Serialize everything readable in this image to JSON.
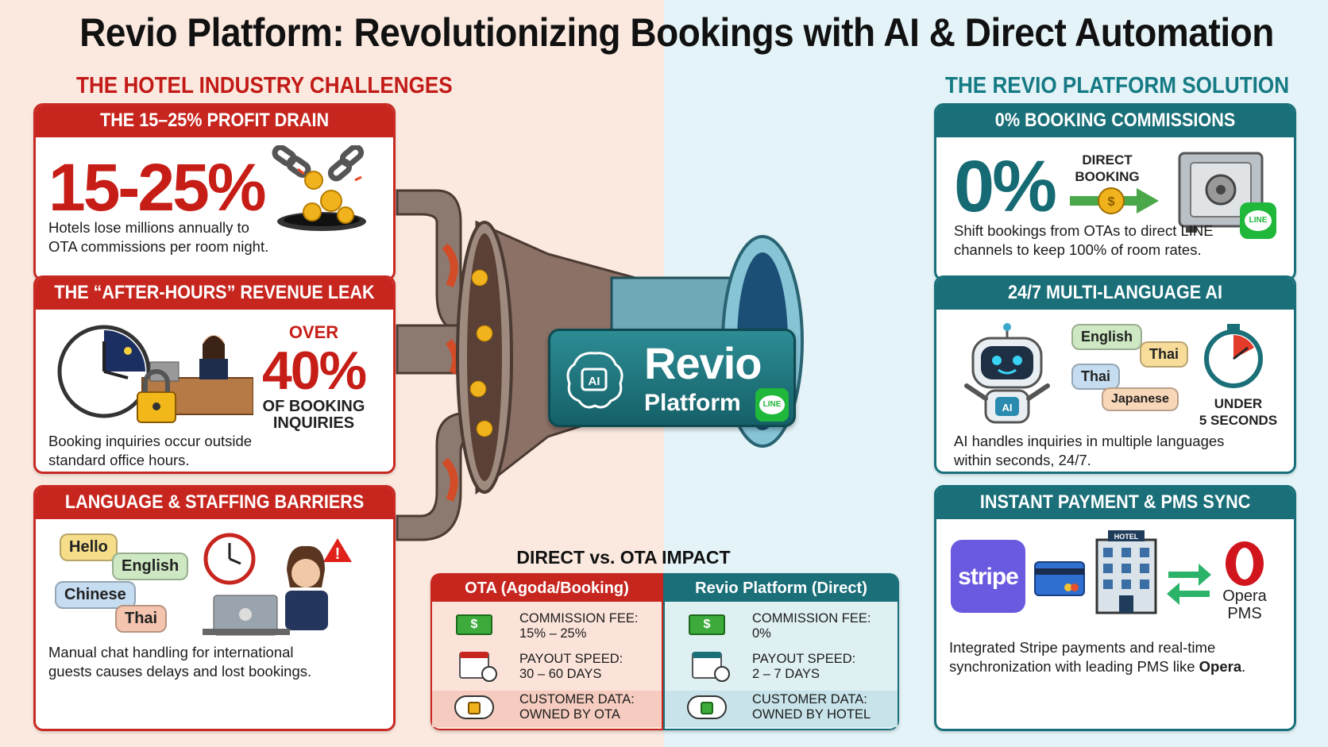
{
  "title": "Revio Platform: Revolutionizing Bookings with AI & Direct Automation",
  "challenges": {
    "heading": "THE HOTEL INDUSTRY CHALLENGES",
    "cards": [
      {
        "title": "THE 15–25% PROFIT DRAIN",
        "stat": "15-25%",
        "text1": "Hotels lose millions annually to",
        "text2": "OTA commissions per room night."
      },
      {
        "title": "THE “AFTER-HOURS” REVENUE LEAK",
        "stat_top": "OVER",
        "stat": "40%",
        "stat_bottom1": "OF BOOKING",
        "stat_bottom2": "INQUIRIES",
        "text1": "Booking inquiries occur outside",
        "text2": "standard office hours."
      },
      {
        "title": "LANGUAGE & STAFFING BARRIERS",
        "bubbles": [
          "Hello",
          "English",
          "Chinese",
          "Thai"
        ],
        "text1": "Manual chat handling for international",
        "text2": "guests causes delays and lost bookings."
      }
    ]
  },
  "solution": {
    "heading": "THE REVIO PLATFORM SOLUTION",
    "cards": [
      {
        "title": "0% BOOKING COMMISSIONS",
        "stat": "0%",
        "arrow_label1": "DIRECT",
        "arrow_label2": "BOOKING",
        "badge": "LINE",
        "text1": "Shift bookings from OTAs to direct LINE",
        "text2": "channels to keep 100% of room rates."
      },
      {
        "title": "24/7 MULTI-LANGUAGE AI",
        "robot_badge": "AI",
        "bubbles": [
          "English",
          "Thai",
          "Thai",
          "Japanese"
        ],
        "timer1": "UNDER",
        "timer2": "5 SECONDS",
        "text1": "AI handles inquiries in multiple languages",
        "text2": "within seconds, 24/7."
      },
      {
        "title": "INSTANT PAYMENT & PMS SYNC",
        "stripe": "stripe",
        "hotel_sign": "HOTEL",
        "opera1": "Opera",
        "opera2": "PMS",
        "text1": "Integrated Stripe payments and real-time",
        "text2_a": "synchronization with leading PMS like ",
        "text2_b": "Opera",
        "text2_c": "."
      }
    ]
  },
  "center": {
    "brand": "Revio",
    "sub": "Platform",
    "ai": "AI",
    "line": "LINE"
  },
  "comparison": {
    "title": "DIRECT vs. OTA IMPACT",
    "ota_header": "OTA (Agoda/Booking)",
    "revio_header": "Revio Platform (Direct)",
    "ota_rows": [
      {
        "l1": "COMMISSION FEE:",
        "l2": "15% – 25%"
      },
      {
        "l1": "PAYOUT SPEED:",
        "l2": "30 – 60 DAYS"
      },
      {
        "l1": "CUSTOMER DATA:",
        "l2": "OWNED BY OTA"
      }
    ],
    "revio_rows": [
      {
        "l1": "COMMISSION FEE:",
        "l2": "0%"
      },
      {
        "l1": "PAYOUT SPEED:",
        "l2": "2 – 7 DAYS"
      },
      {
        "l1": "CUSTOMER DATA:",
        "l2": "OWNED BY HOTEL"
      }
    ]
  },
  "colors": {
    "red": "#c7261f",
    "teal": "#1a6f79",
    "line_green": "#1fb83a",
    "stripe": "#6a5ae0",
    "opera": "#d1151d"
  }
}
